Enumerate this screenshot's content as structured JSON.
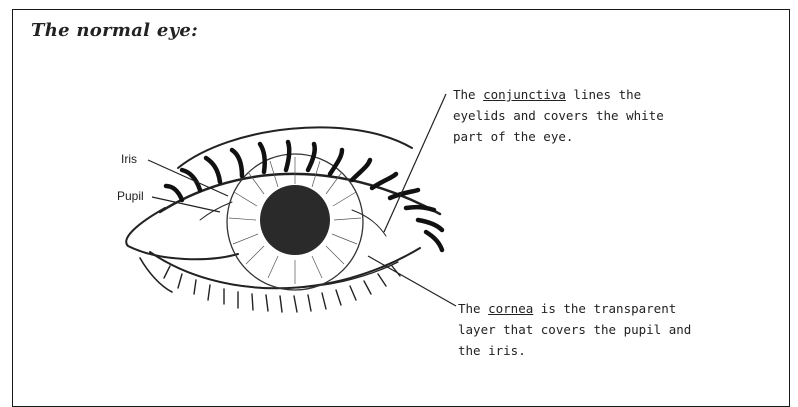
{
  "title": "The normal eye:",
  "labels": {
    "iris": "Iris",
    "pupil": "Pupil"
  },
  "conjunctiva_note": {
    "pre": "The ",
    "term": "conjunctiva",
    "line1_rest": " lines the",
    "line2": "eyelids and covers the white",
    "line3": "part of the eye."
  },
  "cornea_note": {
    "pre": "The ",
    "term": "cornea",
    "line1_rest": " is the transparent",
    "line2": "layer that covers the pupil and",
    "line3": "the iris."
  }
}
